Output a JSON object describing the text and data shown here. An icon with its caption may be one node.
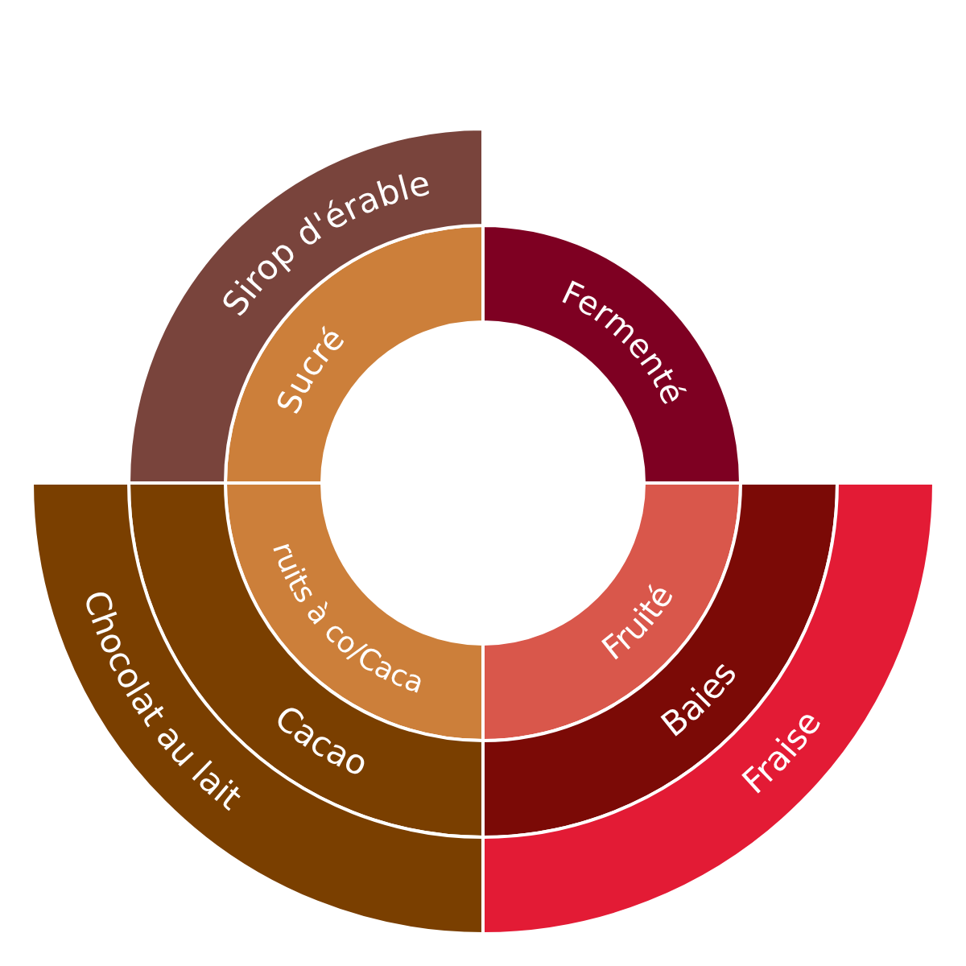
{
  "diagram": {
    "nodes": [
      {
        "text": [
          "Sucré"
        ]
      },
      {
        "text": [
          "Sirop d'érable"
        ]
      },
      {
        "text": [
          "Fermenté"
        ]
      },
      {
        "text": [
          "Fruité"
        ]
      },
      {
        "text": [
          "Baies"
        ]
      },
      {
        "text": [
          "Fraise"
        ]
      },
      {
        "text": [
          "ruits à co/Caca"
        ]
      },
      {
        "text": [
          "Cacao"
        ]
      },
      {
        "text": [
          "Chocolat au lait"
        ]
      }
    ]
  }
}
